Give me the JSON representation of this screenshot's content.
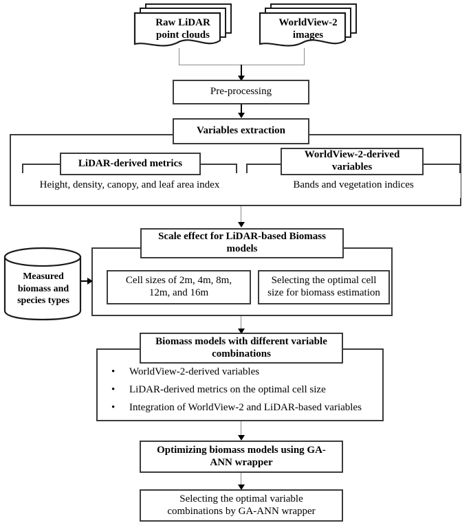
{
  "diagram": {
    "title": "Biomass estimation workflow using LiDAR and WorldView-2 data",
    "colors": {
      "box_border": "#3a3a3a",
      "connector": "#000000",
      "connector_light": "#8a8a8a",
      "background": "#ffffff"
    }
  },
  "inputs": {
    "lidar_docs": "Raw LiDAR\npoint clouds",
    "lidar_docs_line1": "Raw LiDAR",
    "lidar_docs_line2": "point clouds",
    "worldview_docs_line1": "WorldView-2",
    "worldview_docs_line2": "images"
  },
  "steps": {
    "preprocessing": "Pre-processing",
    "variables_extraction": "Variables extraction",
    "lidar_metrics_header": "LiDAR-derived metrics",
    "lidar_metrics_body": "Height, density, canopy, and leaf area index",
    "worldview_vars_header_line1": "WorldView-2-derived",
    "worldview_vars_header_line2": "variables",
    "worldview_vars_body": "Bands and vegetation indices",
    "scale_effect_header_line1": "Scale effect for LiDAR-based Biomass",
    "scale_effect_header_line2": "models",
    "cell_sizes_line1": "Cell sizes of 2m, 4m, 8m,",
    "cell_sizes_line2": "12m, and 16m",
    "optimal_cell_line1": "Selecting the optimal cell",
    "optimal_cell_line2": "size for biomass estimation",
    "biomass_models_header_line1": "Biomass models with different variable",
    "biomass_models_header_line2": "combinations",
    "optimizing_line1": "Optimizing biomass models using GA-",
    "optimizing_line2": "ANN wrapper",
    "final_line1": "Selecting the optimal variable",
    "final_line2": "combinations by GA-ANN wrapper"
  },
  "field_data": {
    "measured_line1": "Measured",
    "measured_line2": "biomass and",
    "measured_line3": "species types"
  },
  "variable_combinations": {
    "bullet_char": "•",
    "items": [
      "WorldView-2-derived variables",
      "LiDAR-derived metrics on the optimal cell size",
      "Integration of WorldView-2 and LiDAR-based variables"
    ]
  }
}
